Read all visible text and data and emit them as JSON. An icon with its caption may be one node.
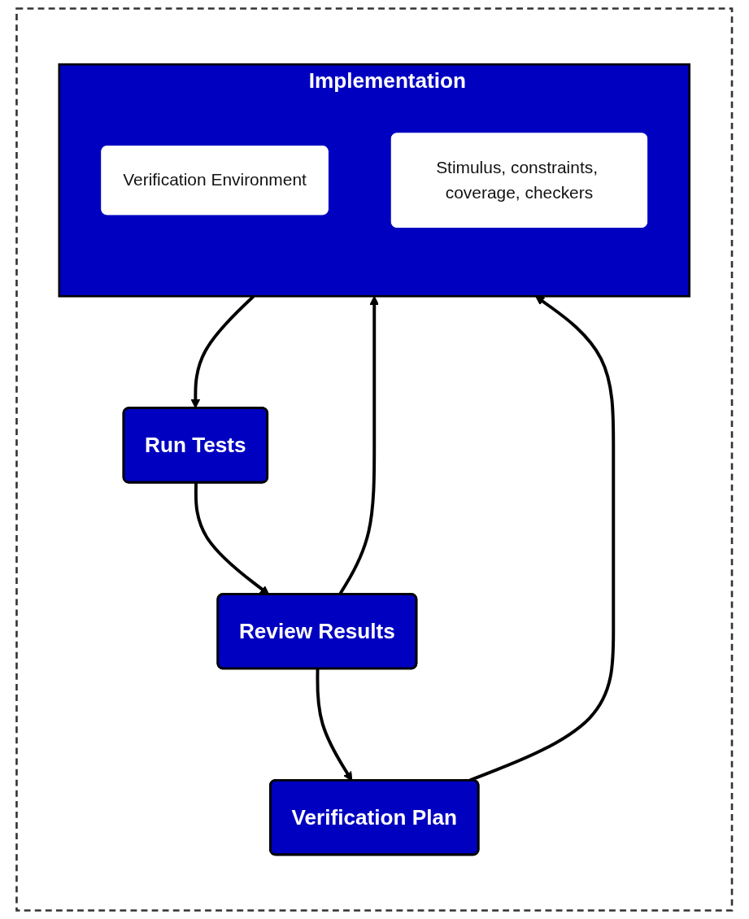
{
  "diagram": {
    "nodes": [
      {
        "text": [],
        "shape": "box"
      },
      {
        "text": [
          "Verification Plan"
        ],
        "in": 0
      },
      {
        "text": [
          "Implementation"
        ],
        "in": 0
      },
      {
        "text": [
          "Verification Environment"
        ],
        "in": 2
      },
      {
        "text": [
          "Stimulus, constraints, coverage, checkers"
        ],
        "in": 2
      },
      {
        "text": [
          "Run Tests"
        ],
        "in": 0
      },
      {
        "text": [
          "Review Results"
        ],
        "in": 0
      }
    ],
    "edges": [
      {
        "from": 1,
        "to": 2,
        "arrow": "to"
      },
      {
        "from": 2,
        "to": 5,
        "arrow": "to"
      },
      {
        "from": 5,
        "to": 6,
        "arrow": "to"
      },
      {
        "from": 6,
        "to": 1,
        "arrow": "to"
      },
      {
        "from": 6,
        "to": 2,
        "arrow": "to"
      }
    ]
  }
}
